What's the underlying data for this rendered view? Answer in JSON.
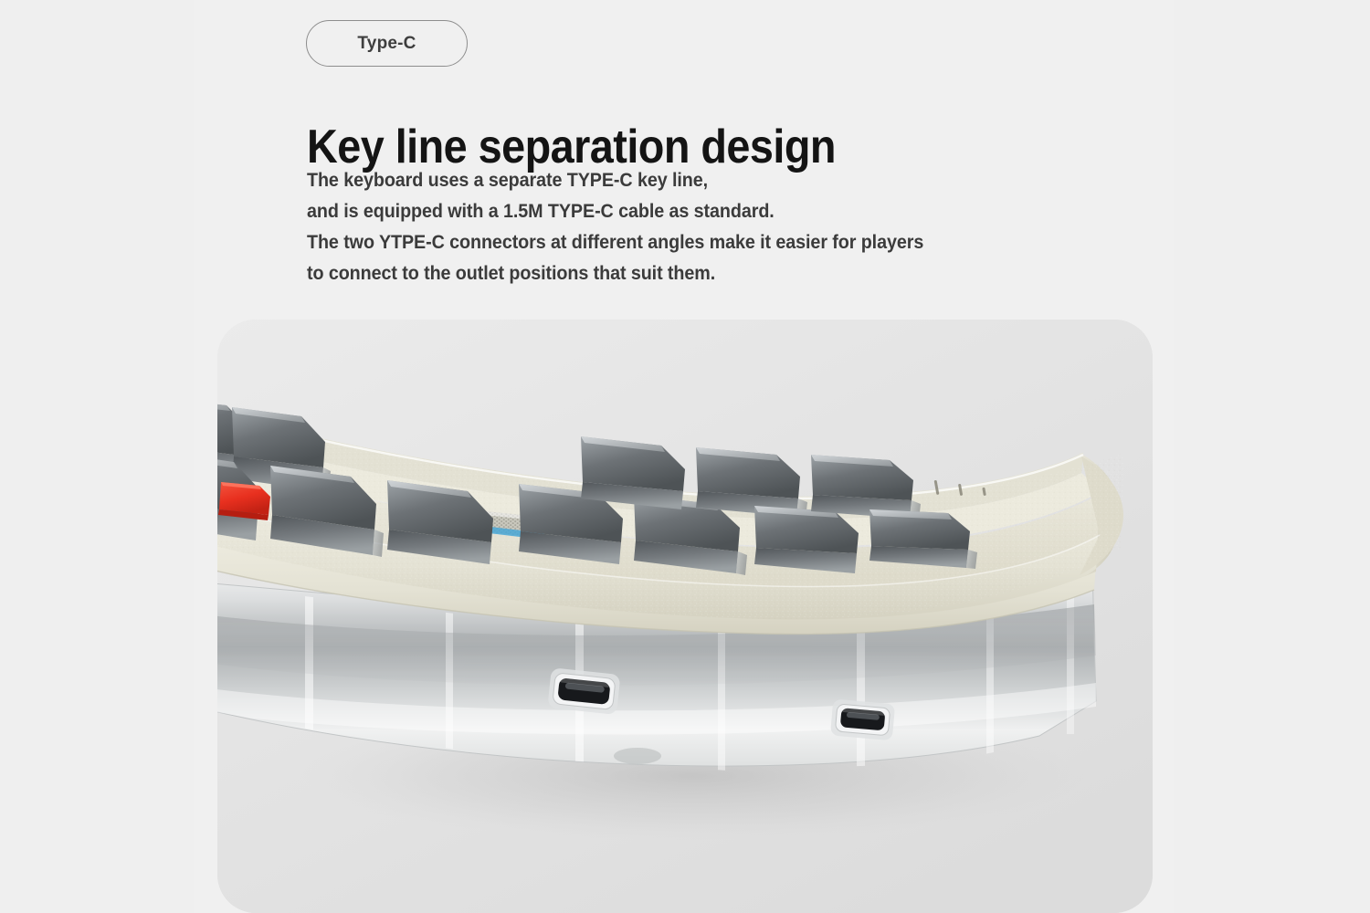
{
  "page": {
    "background_color": "#efefef",
    "content_background_color": "#f0f0f0"
  },
  "badge": {
    "label": "Type-C",
    "border_color": "#8d8d8d",
    "text_color": "#3e3e3e"
  },
  "heading": {
    "text": "Key line separation design",
    "color": "#141414"
  },
  "body": {
    "text_color": "#3b3b3b",
    "lines": [
      "The keyboard uses a separate TYPE-C key line,",
      "and is equipped with a 1.5M TYPE-C cable as standard.",
      "The two YTPE-C connectors at different angles make it easier for players",
      "to connect to the outlet positions that suit them."
    ]
  },
  "product_image": {
    "alt": "Mechanical keyboard shown at an angle with transparent base and two USB Type-C ports",
    "card_background": "#e4e4e4",
    "colors": {
      "body_cream": "#e6e4d6",
      "keycap_smoke": "#5c6063",
      "accent_red": "#ea3323",
      "accent_blue": "#49a7d6",
      "transparent_base": "#d8dadb",
      "port_black": "#15171a"
    }
  }
}
